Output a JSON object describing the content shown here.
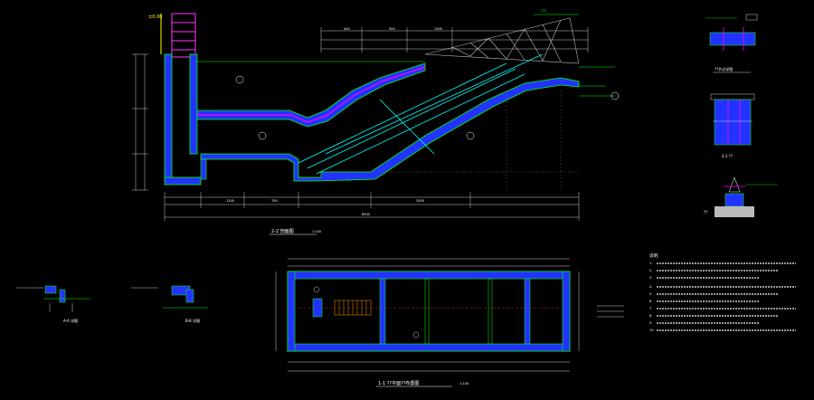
{
  "colors": {
    "background": "#000000",
    "wall_outline": "#00ff00",
    "wall_hatch": "#2233ff",
    "dimension": "#ffffff",
    "annotation": "#00ffff",
    "rebar": "#ff00ff",
    "structure_top": "#ff33ff",
    "label_yellow": "#ffff00"
  },
  "notes": {
    "heading": "说明:",
    "lines": [
      "1.",
      "2.",
      "3.",
      "4.",
      "5.",
      "6.",
      "7.",
      "8.",
      "9.",
      "10."
    ]
  },
  "section": {
    "title": "2-2 剖面图",
    "scale": "1:100"
  },
  "plan": {
    "title": "1-1 ??平面??布置图",
    "scale": "1:100"
  },
  "details": {
    "top_right": "??节点详图",
    "mid_right": "2-2 ??",
    "bottom_right": "??",
    "left_a": "A-A 详图",
    "left_b": "B-B 详图"
  }
}
